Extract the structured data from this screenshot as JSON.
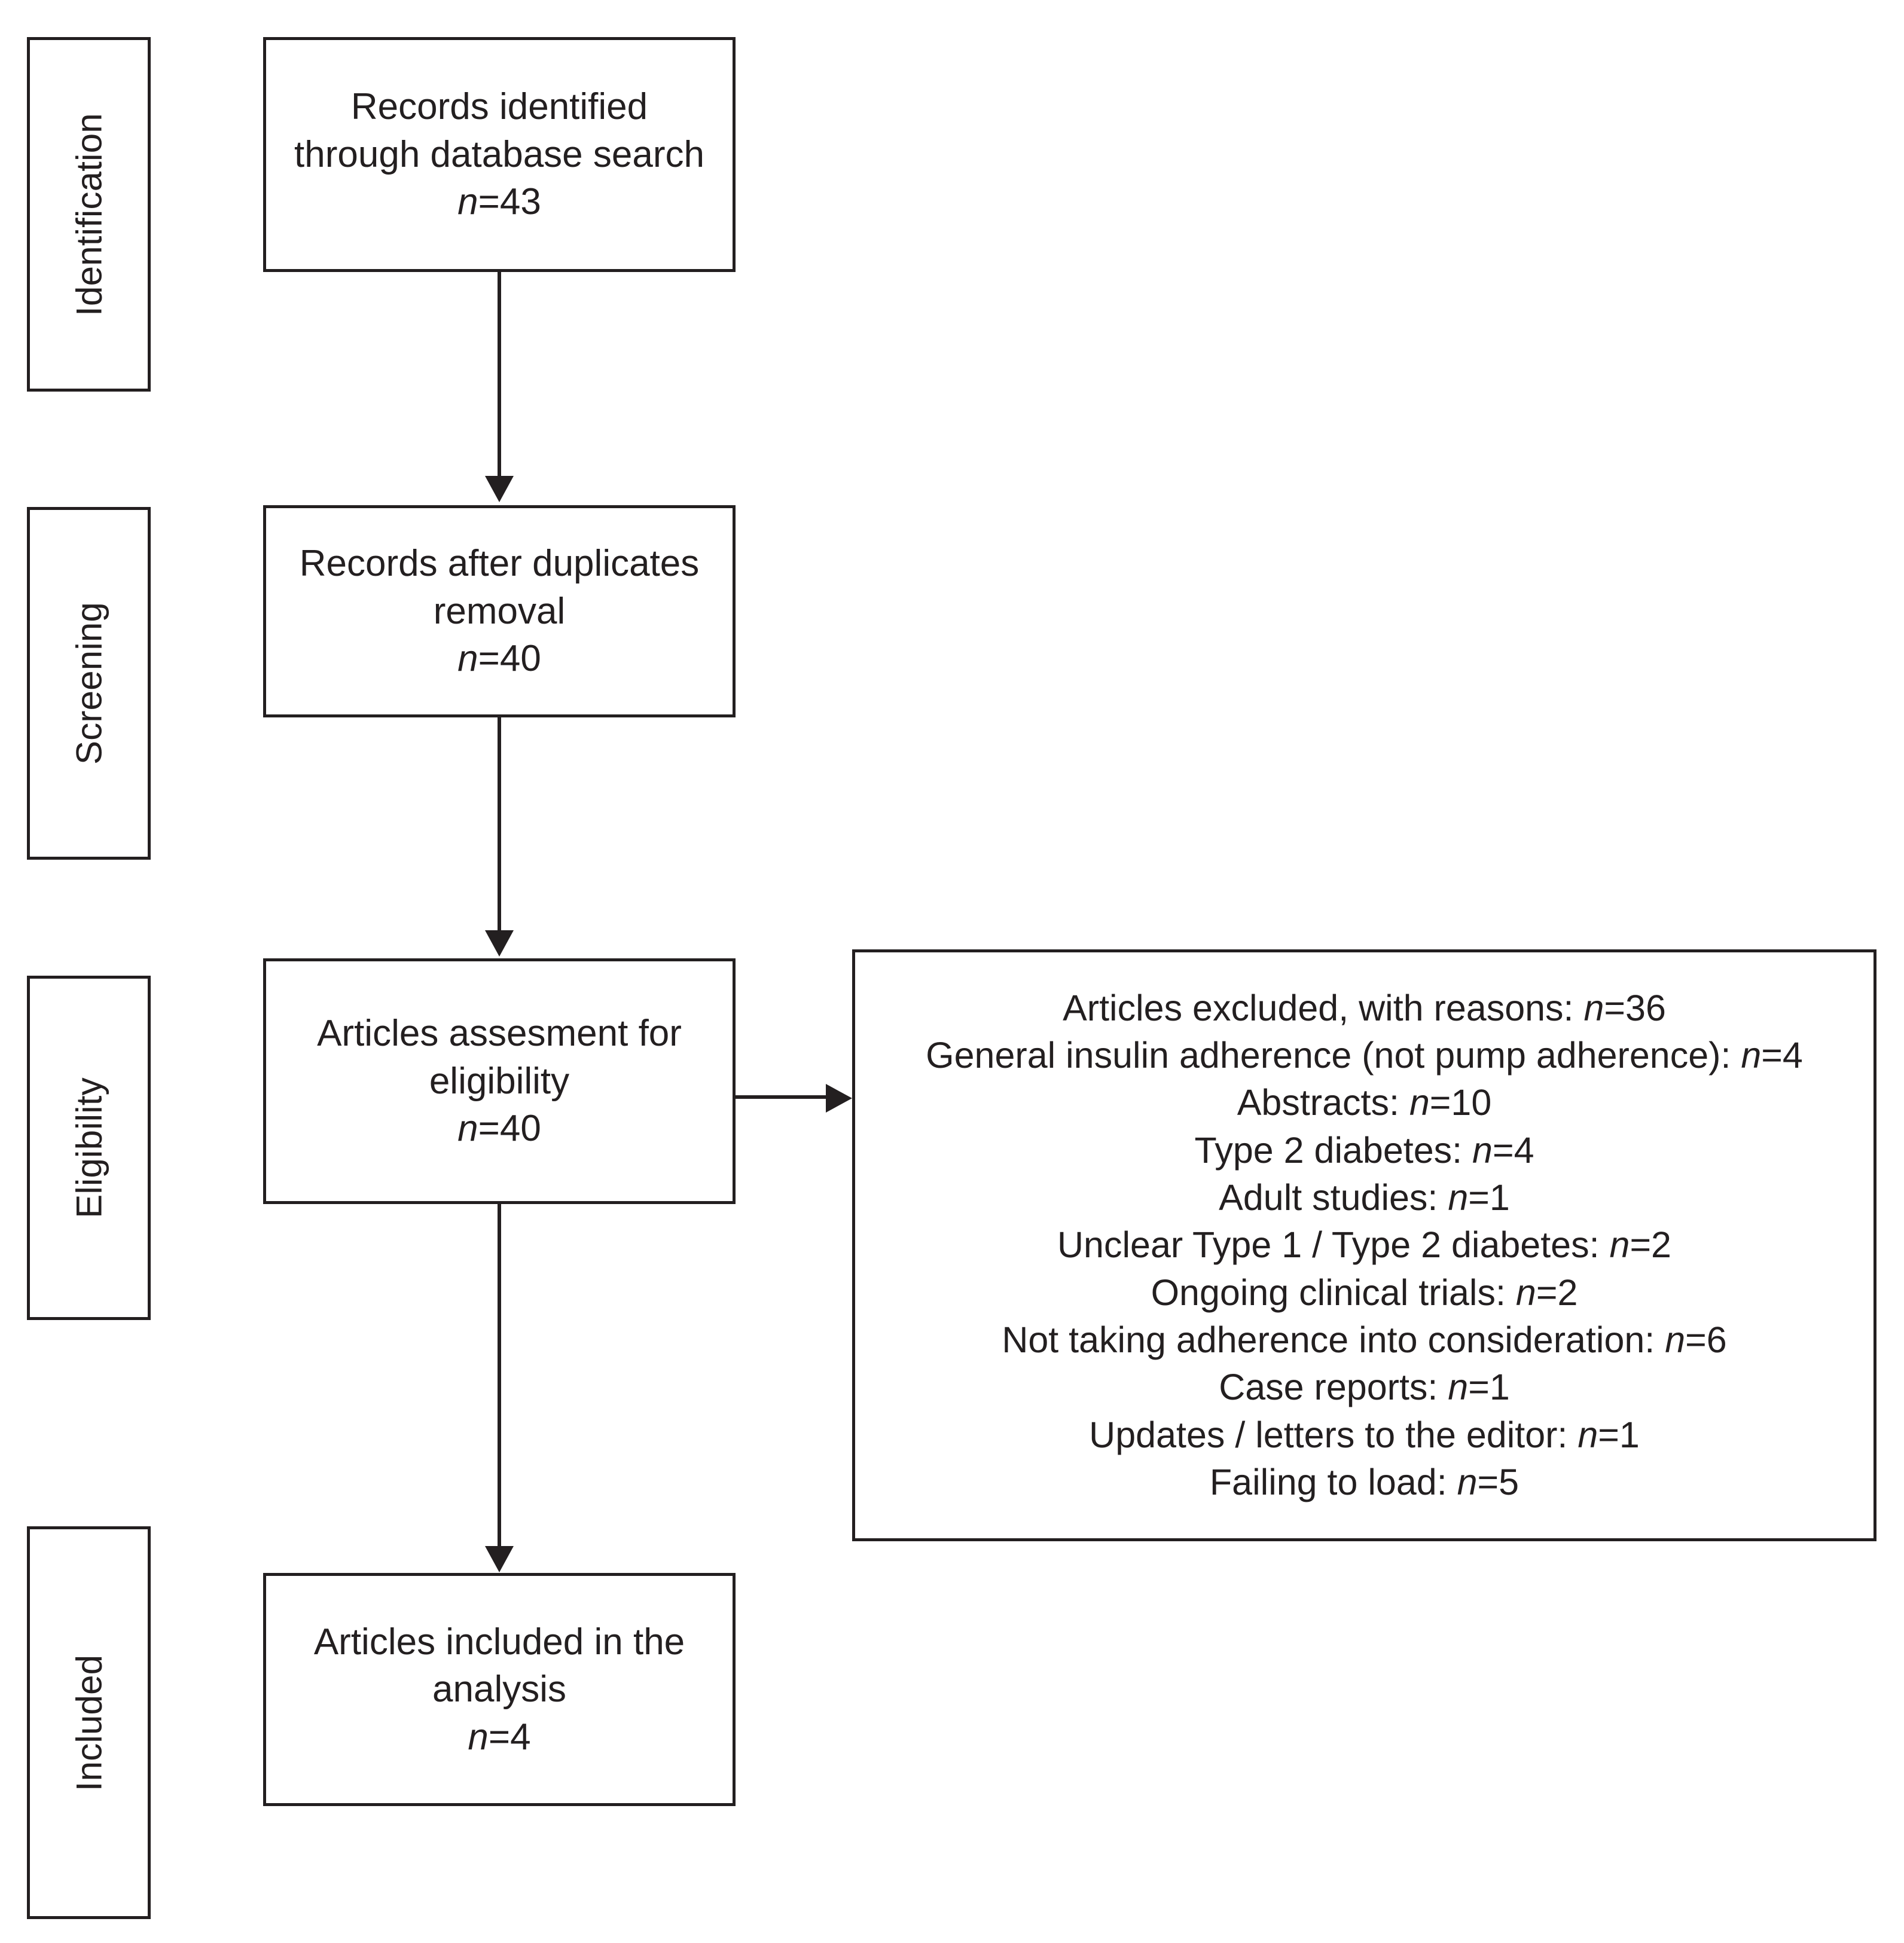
{
  "diagram": {
    "type": "prisma-flow-diagram",
    "stages": [
      {
        "id": "identification",
        "label": "Identification"
      },
      {
        "id": "screening",
        "label": "Screening"
      },
      {
        "id": "eligibility",
        "label": "Eligibility"
      },
      {
        "id": "included",
        "label": "Included"
      }
    ],
    "flow_boxes": [
      {
        "id": "records-identified",
        "lines": [
          "Records identified",
          "through database search"
        ],
        "n_prefix": "n",
        "n_value": "=43"
      },
      {
        "id": "records-after-duplicates",
        "lines": [
          "Records after duplicates",
          "removal"
        ],
        "n_prefix": "n",
        "n_value": "=40"
      },
      {
        "id": "articles-assessed",
        "lines": [
          "Articles assesment for",
          "eligibility"
        ],
        "n_prefix": "n",
        "n_value": "=40"
      },
      {
        "id": "articles-included",
        "lines": [
          "Articles included in the",
          "analysis"
        ],
        "n_prefix": "n",
        "n_value": "=4"
      }
    ],
    "exclusion_box": {
      "id": "articles-excluded",
      "items": [
        {
          "label": "Articles excluded, with reasons: ",
          "n_prefix": "n",
          "n_value": "=36"
        },
        {
          "label": "General insulin adherence (not pump adherence): ",
          "n_prefix": "n",
          "n_value": "=4"
        },
        {
          "label": "Abstracts: ",
          "n_prefix": "n",
          "n_value": "=10"
        },
        {
          "label": "Type 2 diabetes: ",
          "n_prefix": "n",
          "n_value": "=4"
        },
        {
          "label": "Adult studies: ",
          "n_prefix": "n",
          "n_value": "=1"
        },
        {
          "label": "Unclear Type 1 / Type 2 diabetes: ",
          "n_prefix": "n",
          "n_value": "=2"
        },
        {
          "label": "Ongoing clinical trials: ",
          "n_prefix": "n",
          "n_value": "=2"
        },
        {
          "label": "Not taking adherence into consideration: ",
          "n_prefix": "n",
          "n_value": "=6"
        },
        {
          "label": "Case reports: ",
          "n_prefix": "n",
          "n_value": "=1"
        },
        {
          "label": "Updates / letters to the editor: ",
          "n_prefix": "n",
          "n_value": "=1"
        },
        {
          "label": "Failing to load: ",
          "n_prefix": "n",
          "n_value": "=5"
        }
      ]
    },
    "colors": {
      "stroke": "#231f20",
      "background": "#ffffff",
      "text": "#231f20"
    }
  }
}
